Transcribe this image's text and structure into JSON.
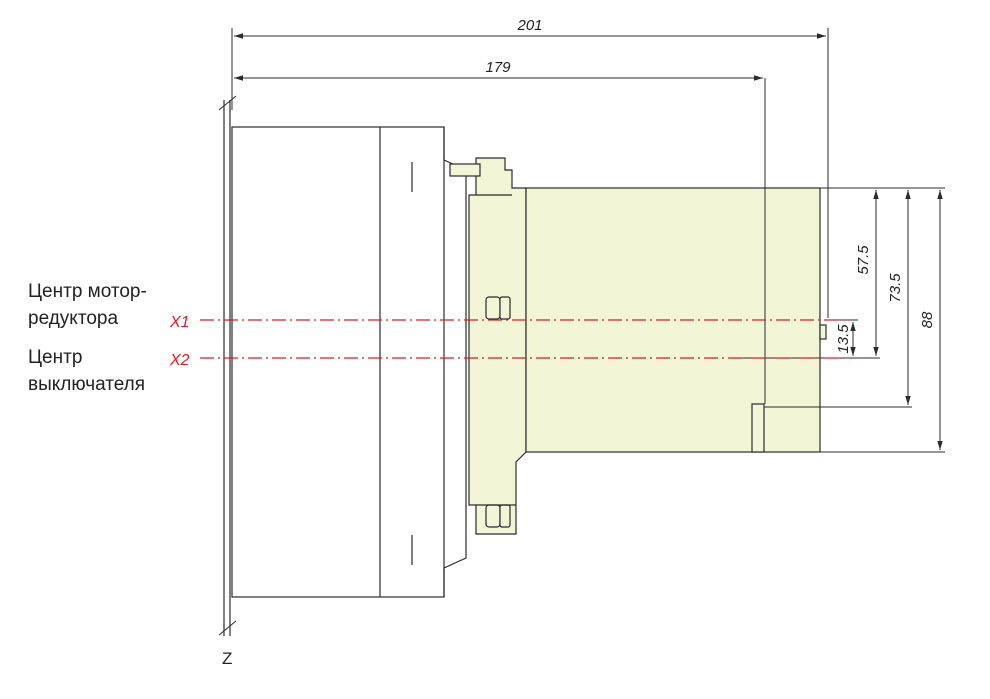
{
  "dimensions": {
    "overall": "201",
    "to_housing": "179",
    "d1": "57.5",
    "d2": "73.5",
    "d3": "88",
    "d4": "13.5"
  },
  "labels": {
    "motor_center_line1": "Центр мотор-",
    "motor_center_line2": "редуктора",
    "switch_center_line1": "Центр",
    "switch_center_line2": "выключателя",
    "x1": "X1",
    "x2": "X2",
    "z": "Z"
  },
  "colors": {
    "outline": "#2b2b2b",
    "housing_fill": "#f3f6d6",
    "centerline": "#e01b24",
    "background": "#ffffff"
  }
}
